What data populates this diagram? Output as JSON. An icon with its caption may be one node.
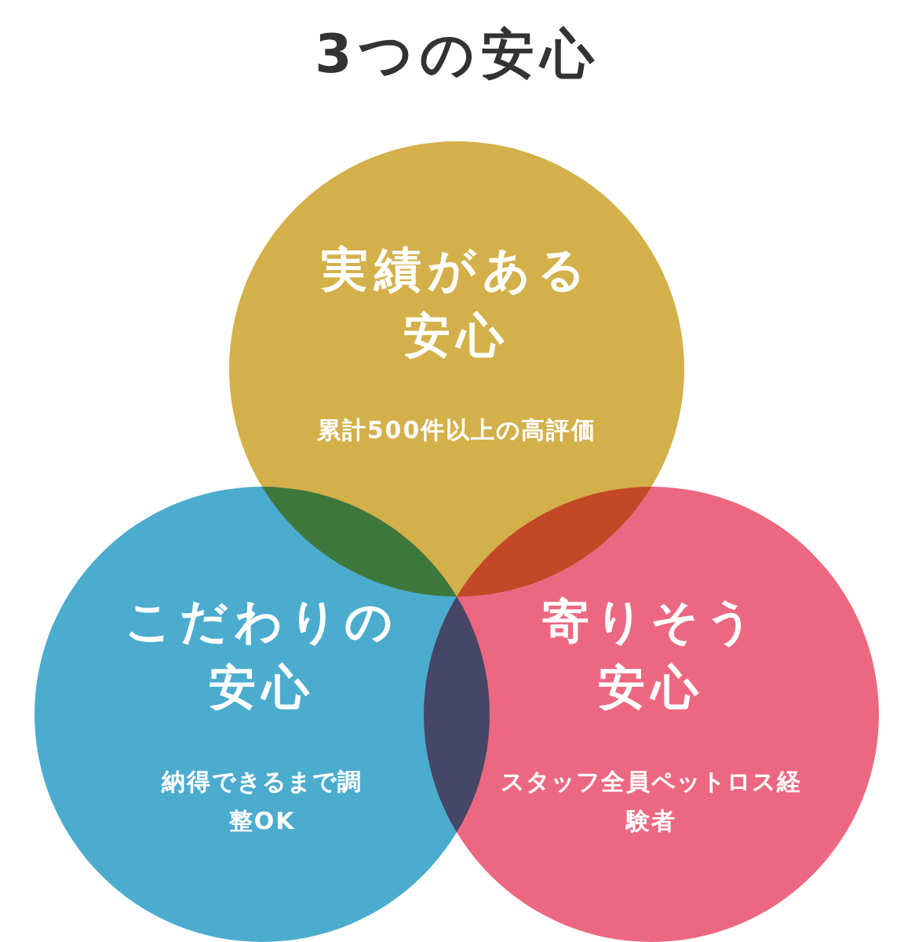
{
  "diagram": {
    "title": "3つの安心",
    "nodes": [
      {
        "text": [
          "実績がある安心",
          "累計500件以上の高評価"
        ]
      },
      {
        "text": [
          "こだわりの安心",
          "納得できるまで調整OK"
        ]
      },
      {
        "text": [
          "寄りそう安心",
          "スタッフ全員ペットロス経験者"
        ]
      }
    ],
    "edges": []
  }
}
